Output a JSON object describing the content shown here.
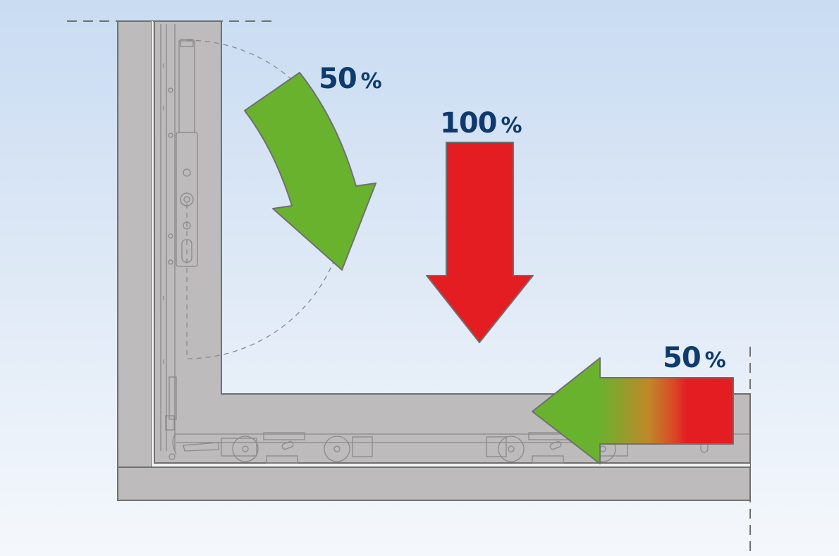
{
  "labels": {
    "top_left": {
      "value": "50",
      "unit": "%"
    },
    "center": {
      "value": "100",
      "unit": "%"
    },
    "right": {
      "value": "50",
      "unit": "%"
    }
  },
  "colors": {
    "background_top": "#c9dcf2",
    "background_bottom": "#f4f8fc",
    "frame_fill": "#bdbbbb",
    "frame_stroke": "#707070",
    "green_arrow": "#69b22e",
    "red_arrow": "#e41d23",
    "label_text": "#0e3a6e"
  },
  "icons": {
    "curved_arrow": "curved-down-arrow-icon",
    "straight_arrow": "down-arrow-icon",
    "horizontal_arrow": "left-arrow-icon"
  }
}
